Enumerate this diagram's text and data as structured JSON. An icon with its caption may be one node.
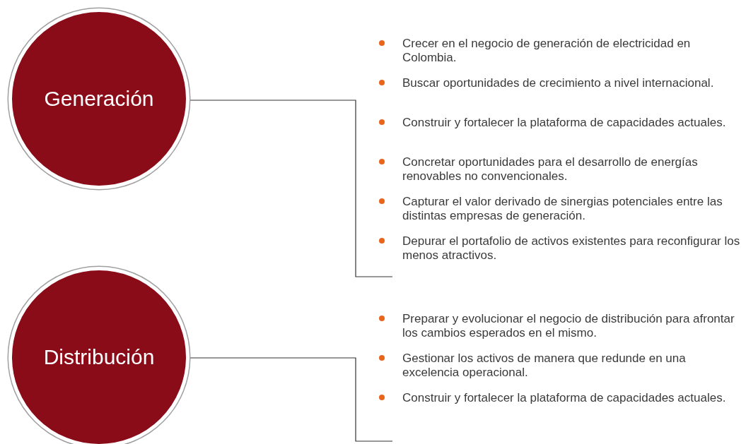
{
  "diagram": {
    "nodes": [
      {
        "text": [
          "Generación"
        ]
      },
      {
        "text": [
          "Crecer en el negocio de generación de electricidad en Colombia.",
          "Buscar oportunidades de crecimiento a nivel internacional.",
          "Construir y fortalecer la plataforma de capacidades actuales.",
          "Concretar oportunidades para el desarrollo de energías renovables no convencionales.",
          "Capturar el valor derivado de sinergias potenciales entre las distintas empresas de generación.",
          "Depurar el portafolio de activos existentes para reconfigurar los menos atractivos."
        ]
      },
      {
        "text": [
          "Distribución"
        ]
      },
      {
        "text": [
          "Preparar y evolucionar el negocio de distribución para afrontar los cambios esperados en el mismo.",
          "Gestionar los activos de manera que redunde en una excelencia operacional.",
          "Construir y fortalecer la plataforma de capacidades actuales."
        ]
      }
    ],
    "edges": [
      {
        "from": 0,
        "to": 1,
        "arrow": "none"
      },
      {
        "from": 2,
        "to": 3,
        "arrow": "none"
      }
    ]
  }
}
